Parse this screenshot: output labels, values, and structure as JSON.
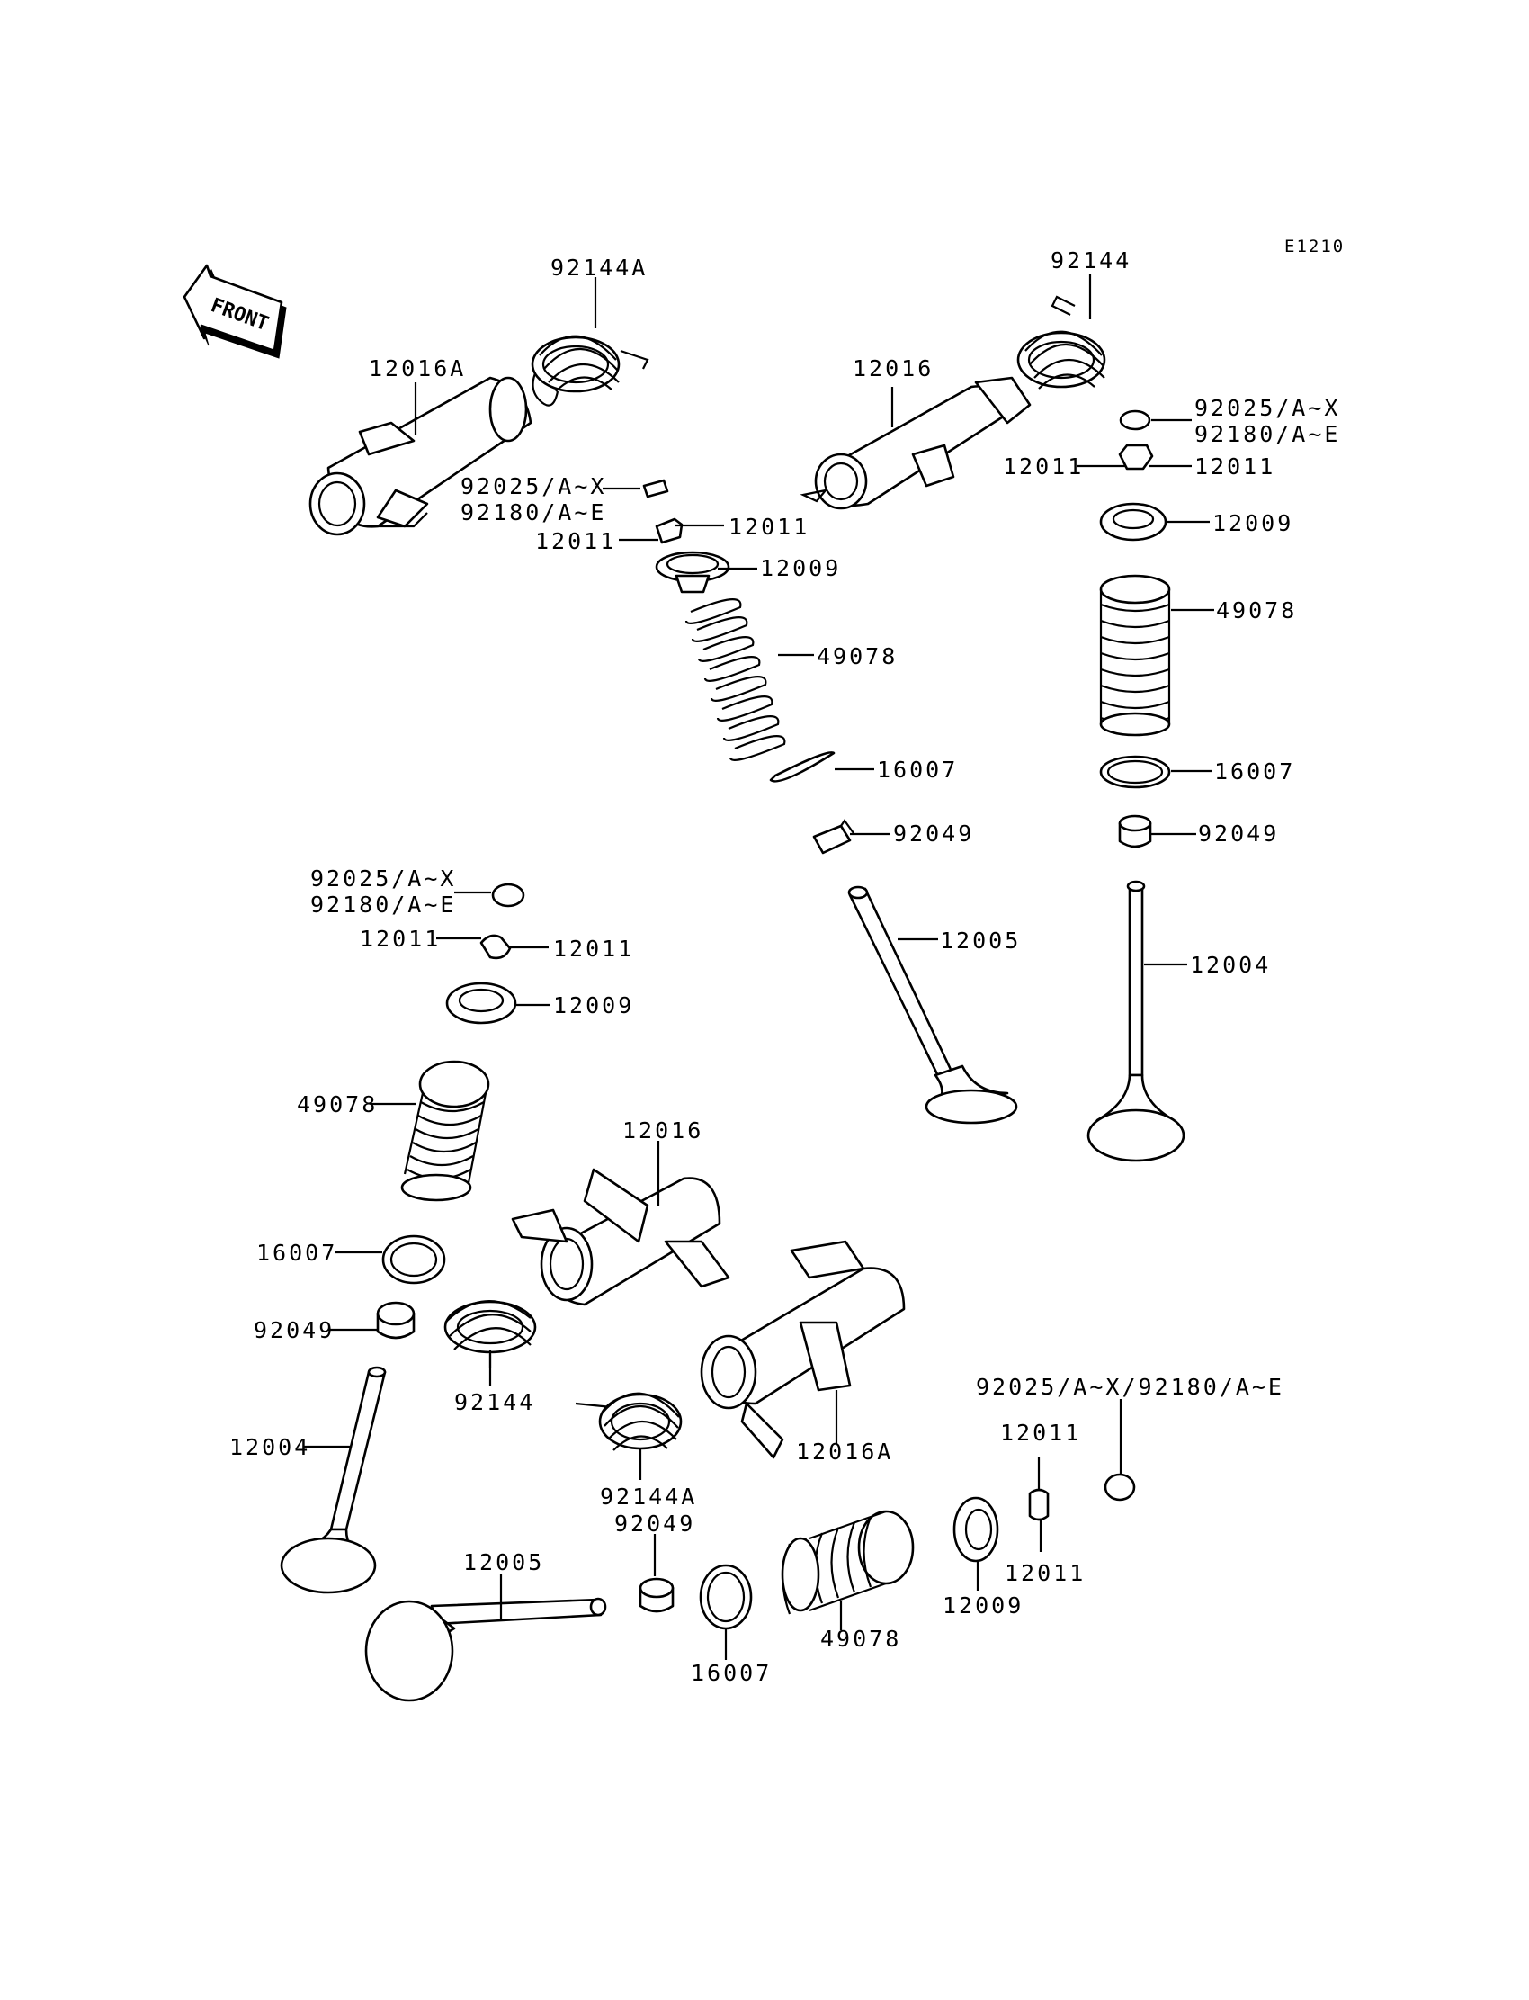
{
  "diagram_code": "E1210",
  "front_label": "FRONT",
  "labels": {
    "l01": "92144A",
    "l02": "92144",
    "l03": "12016A",
    "l04": "12016",
    "l05": "92025/A~X",
    "l06": "92180/A~E",
    "l07": "12011",
    "l08": "12011",
    "l09": "12009",
    "l10": "49078",
    "l11": "16007",
    "l12": "92049",
    "l13": "12005",
    "l14": "92025/A~X",
    "l15": "92180/A~E",
    "l16": "12011",
    "l17": "12011",
    "l18": "12009",
    "l19": "49078",
    "l20": "16007",
    "l21": "92049",
    "l22": "12004",
    "l23": "92025/A~X",
    "l24": "92180/A~E",
    "l25": "12011",
    "l26": "12011",
    "l27": "12009",
    "l28": "49078",
    "l29": "16007",
    "l30": "92049",
    "l31": "12016",
    "l32": "92144",
    "l33": "12004",
    "l34": "12016A",
    "l35": "92144A",
    "l36": "92049",
    "l37": "12005",
    "l38": "16007",
    "l39": "49078",
    "l40": "92025/A~X/92180/A~E",
    "l41": "12011",
    "l42": "12011",
    "l43": "12009"
  }
}
